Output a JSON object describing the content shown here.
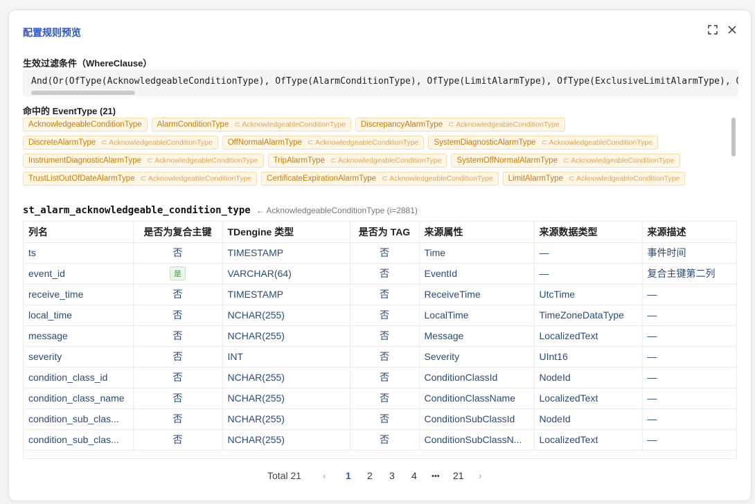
{
  "dialog": {
    "title": "配置规则预览"
  },
  "where_clause": {
    "label": "生效过滤条件（WhereClause）",
    "value": "And(Or(OfType(AcknowledgeableConditionType), OfType(AlarmConditionType), OfType(LimitAlarmType), OfType(ExclusiveLimitAlarmType), O"
  },
  "event_types": {
    "label": "命中的 EventType (21)",
    "rows": [
      [
        {
          "name": "AcknowledgeableConditionType",
          "sub": ""
        },
        {
          "name": "AlarmConditionType",
          "sub": "⊂ AcknowledgeableConditionType"
        },
        {
          "name": "DiscrepancyAlarmType",
          "sub": "⊂ AcknowledgeableConditionType"
        }
      ],
      [
        {
          "name": "DiscreteAlarmType",
          "sub": "⊂ AcknowledgeableConditionType"
        },
        {
          "name": "OffNormalAlarmType",
          "sub": "⊂ AcknowledgeableConditionType"
        },
        {
          "name": "SystemDiagnosticAlarmType",
          "sub": "⊂ AcknowledgeableConditionType"
        }
      ],
      [
        {
          "name": "InstrumentDiagnosticAlarmType",
          "sub": "⊂ AcknowledgeableConditionType"
        },
        {
          "name": "TripAlarmType",
          "sub": "⊂ AcknowledgeableConditionType"
        },
        {
          "name": "SystemOffNormalAlarmType",
          "sub": "⊂ AcknowledgeableConditionType"
        }
      ],
      [
        {
          "name": "TrustListOutOfDateAlarmType",
          "sub": "⊂ AcknowledgeableConditionType"
        },
        {
          "name": "CertificateExpirationAlarmType",
          "sub": "⊂ AcknowledgeableConditionType"
        },
        {
          "name": "LimitAlarmType",
          "sub": "⊂ AcknowledgeableConditionType"
        }
      ]
    ]
  },
  "table_info": {
    "name": "st_alarm_acknowledgeable_condition_type",
    "source": "← AcknowledgeableConditionType (i=2881)"
  },
  "columns": {
    "headers": [
      "列名",
      "是否为复合主键",
      "TDengine 类型",
      "是否为 TAG",
      "来源属性",
      "来源数据类型",
      "来源描述"
    ],
    "rows": [
      {
        "name": "ts",
        "pk": "否",
        "pk_yes": false,
        "type": "TIMESTAMP",
        "tag": "否",
        "attr": "Time",
        "dtype": "—",
        "desc": "事件时间"
      },
      {
        "name": "event_id",
        "pk": "是",
        "pk_yes": true,
        "type": "VARCHAR(64)",
        "tag": "否",
        "attr": "EventId",
        "dtype": "—",
        "desc": "复合主键第二列"
      },
      {
        "name": "receive_time",
        "pk": "否",
        "pk_yes": false,
        "type": "TIMESTAMP",
        "tag": "否",
        "attr": "ReceiveTime",
        "dtype": "UtcTime",
        "desc": "—"
      },
      {
        "name": "local_time",
        "pk": "否",
        "pk_yes": false,
        "type": "NCHAR(255)",
        "tag": "否",
        "attr": "LocalTime",
        "dtype": "TimeZoneDataType",
        "desc": "—"
      },
      {
        "name": "message",
        "pk": "否",
        "pk_yes": false,
        "type": "NCHAR(255)",
        "tag": "否",
        "attr": "Message",
        "dtype": "LocalizedText",
        "desc": "—"
      },
      {
        "name": "severity",
        "pk": "否",
        "pk_yes": false,
        "type": "INT",
        "tag": "否",
        "attr": "Severity",
        "dtype": "UInt16",
        "desc": "—"
      },
      {
        "name": "condition_class_id",
        "pk": "否",
        "pk_yes": false,
        "type": "NCHAR(255)",
        "tag": "否",
        "attr": "ConditionClassId",
        "dtype": "NodeId",
        "desc": "—"
      },
      {
        "name": "condition_class_name",
        "pk": "否",
        "pk_yes": false,
        "type": "NCHAR(255)",
        "tag": "否",
        "attr": "ConditionClassName",
        "dtype": "LocalizedText",
        "desc": "—"
      },
      {
        "name": "condition_sub_clas...",
        "pk": "否",
        "pk_yes": false,
        "type": "NCHAR(255)",
        "tag": "否",
        "attr": "ConditionSubClassId",
        "dtype": "NodeId",
        "desc": "—"
      },
      {
        "name": "condition_sub_clas...",
        "pk": "否",
        "pk_yes": false,
        "type": "NCHAR(255)",
        "tag": "否",
        "attr": "ConditionSubClassN...",
        "dtype": "LocalizedText",
        "desc": "—"
      }
    ]
  },
  "pagination": {
    "total": "Total 21",
    "prev_icon": "chevron-left-icon",
    "next_icon": "chevron-right-icon",
    "pages": [
      "1",
      "2",
      "3",
      "4",
      "•••",
      "21"
    ],
    "current": "1"
  },
  "colors": {
    "accent": "#2f54c8",
    "tag_bg": "#fff6e6",
    "tag_text": "#c77b06"
  }
}
